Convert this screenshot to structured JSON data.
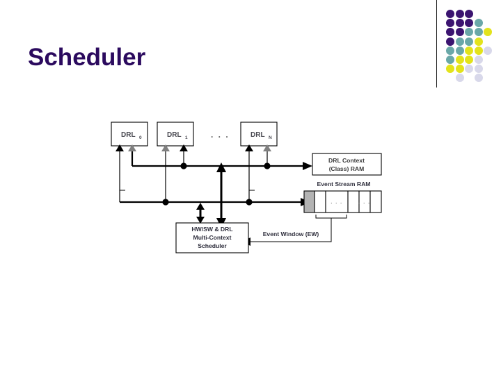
{
  "slide": {
    "title": "Scheduler",
    "title_color": "#2b0a5e",
    "background_color": "#ffffff"
  },
  "decoration": {
    "divider_color": "#1a1a1a",
    "palette": {
      "purple": "#3b1470",
      "teal": "#6aa8a8",
      "yellow": "#e3e31b",
      "lavender": "#d8d8ea",
      "empty": "transparent"
    },
    "dot_grid": [
      [
        "purple",
        "purple",
        "purple",
        "empty",
        "empty"
      ],
      [
        "purple",
        "purple",
        "purple",
        "teal",
        "empty"
      ],
      [
        "purple",
        "purple",
        "teal",
        "teal",
        "yellow"
      ],
      [
        "purple",
        "teal",
        "teal",
        "yellow",
        "empty"
      ],
      [
        "teal",
        "teal",
        "yellow",
        "yellow",
        "lavender"
      ],
      [
        "teal",
        "yellow",
        "yellow",
        "lavender",
        "empty"
      ],
      [
        "yellow",
        "yellow",
        "lavender",
        "lavender",
        "empty"
      ],
      [
        "empty",
        "lavender",
        "empty",
        "lavender",
        "empty"
      ]
    ]
  },
  "diagram": {
    "name": "scheduler-block-diagram",
    "drl_blocks": [
      {
        "label": "DRL",
        "subscript": "0"
      },
      {
        "label": "DRL",
        "subscript": "1"
      },
      {
        "label": "DRL",
        "subscript": "N"
      }
    ],
    "drl_ellipsis": ". . .",
    "context_ram": {
      "line1": "DRL Context",
      "line2": "(Class) RAM"
    },
    "event_stream_ram": {
      "title": "Event Stream RAM",
      "cell_dots_1": ". . .",
      "cell_dots_2": ". . .",
      "cell_count": 7
    },
    "scheduler_box": {
      "line1": "HW/SW & DRL",
      "line2": "Multi-Context",
      "line3": "Scheduler"
    },
    "event_window_label": "Event Window (EW)"
  }
}
